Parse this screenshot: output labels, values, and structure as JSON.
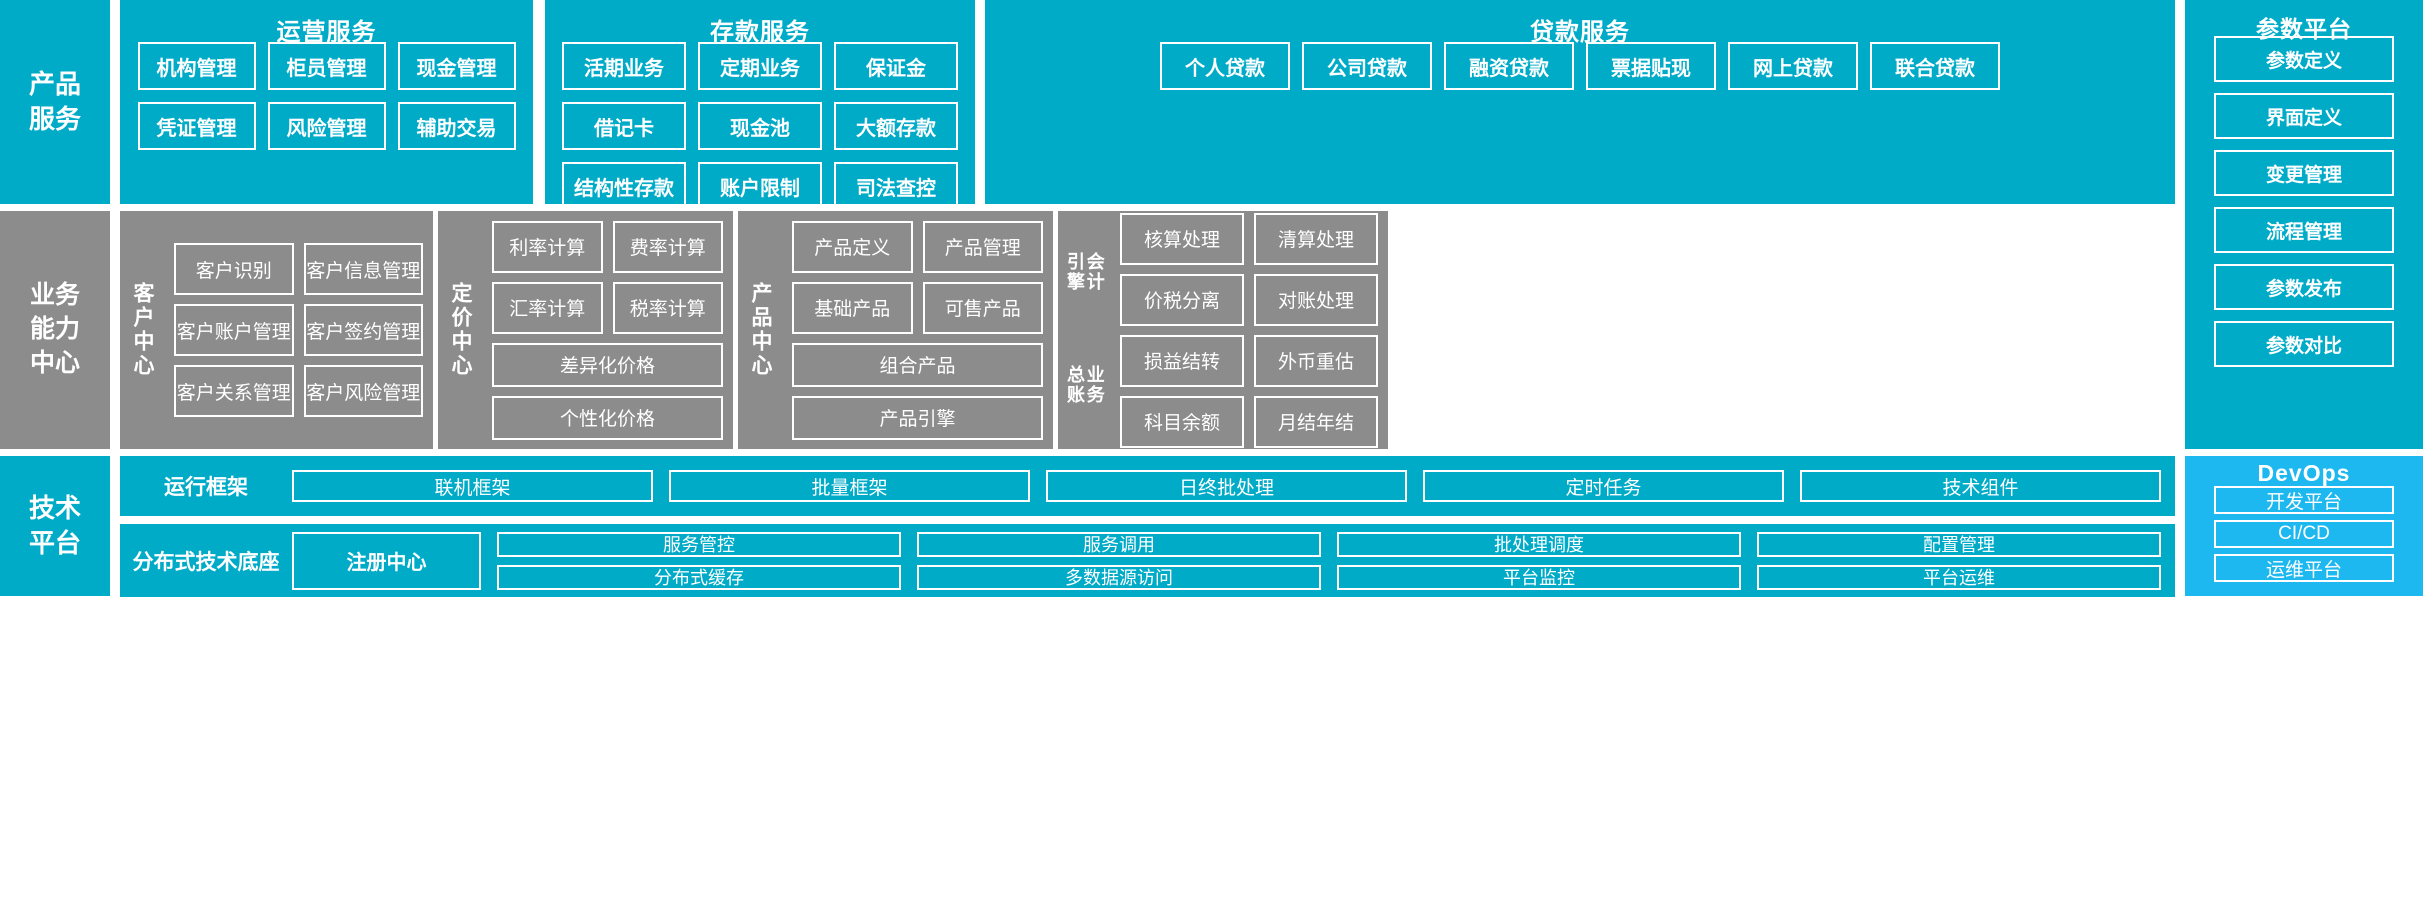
{
  "colors": {
    "primary": "#00ABC8",
    "gray": "#8C8C8C",
    "devops": "#1EB8F0",
    "border": "#FFFFFF"
  },
  "rows": {
    "product_services": {
      "side_label": "产品\n服务",
      "panels": [
        {
          "title": "运营服务",
          "items": [
            "机构管理",
            "柜员管理",
            "现金管理",
            "凭证管理",
            "风险管理",
            "辅助交易"
          ]
        },
        {
          "title": "存款服务",
          "items": [
            "活期业务",
            "定期业务",
            "保证金",
            "借记卡",
            "现金池",
            "大额存款",
            "结构性存款",
            "账户限制",
            "司法查控"
          ]
        },
        {
          "title": "贷款服务",
          "items": [
            "个人贷款",
            "公司贷款",
            "融资贷款",
            "票据贴现",
            "网上贷款",
            "联合贷款"
          ]
        }
      ]
    },
    "business_capability": {
      "side_label": "业务\n能力\n中心",
      "panels": [
        {
          "vlabel": "客户中心",
          "lines": [
            [
              "客户识别",
              "客户信息管理"
            ],
            [
              "客户账户管理",
              "客户签约管理"
            ],
            [
              "客户关系管理",
              "客户风险管理"
            ]
          ],
          "full": []
        },
        {
          "vlabel": "定价中心",
          "lines": [
            [
              "利率计算",
              "费率计算"
            ],
            [
              "汇率计算",
              "税率计算"
            ]
          ],
          "full": [
            "差异化价格",
            "个性化价格"
          ]
        },
        {
          "vlabel": "产品中心",
          "lines": [
            [
              "产品定义",
              "产品管理"
            ],
            [
              "基础产品",
              "可售产品"
            ]
          ],
          "full": [
            "组合产品",
            "产品引擎"
          ]
        },
        {
          "vlabel_top": "会计引擎",
          "vlabel_bottom": "业务总账",
          "lines": [
            [
              "核算处理",
              "清算处理"
            ],
            [
              "价税分离",
              "对账处理"
            ],
            [
              "损益结转",
              "外币重估"
            ],
            [
              "科目余额",
              "月结年结"
            ]
          ],
          "full": []
        }
      ]
    },
    "technical_platform": {
      "side_label": "技术\n平台",
      "runtime": {
        "label": "运行框架",
        "items": [
          "联机框架",
          "批量框架",
          "日终批处理",
          "定时任务",
          "技术组件"
        ]
      },
      "base": {
        "label": "分布式技术底座",
        "anchor": "注册中心",
        "line1": [
          "服务管控",
          "服务调用",
          "批处理调度",
          "配置管理"
        ],
        "line2": [
          "分布式缓存",
          "多数据源访问",
          "平台监控",
          "平台运维"
        ]
      }
    }
  },
  "params_platform": {
    "title": "参数平台",
    "items": [
      "参数定义",
      "界面定义",
      "变更管理",
      "流程管理",
      "参数发布",
      "参数对比"
    ]
  },
  "devops": {
    "title": "DevOps",
    "items": [
      "开发平台",
      "CI/CD",
      "运维平台"
    ]
  }
}
